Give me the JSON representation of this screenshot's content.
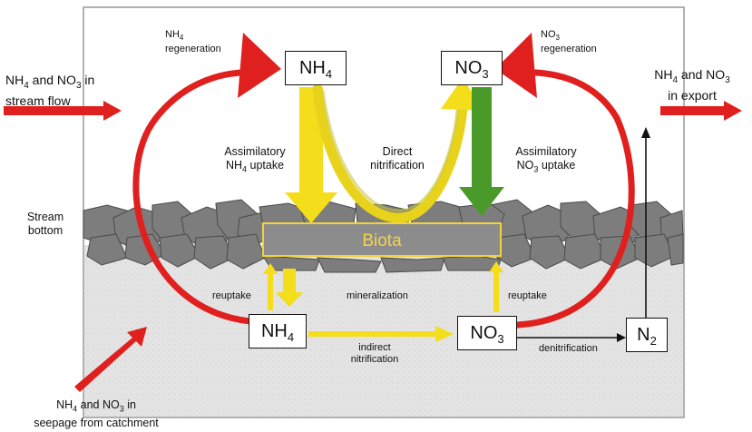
{
  "boxes": {
    "nh4_top": {
      "base": "NH",
      "sub": "4"
    },
    "no3_top": {
      "base": "NO",
      "sub": "3"
    },
    "nh4_bottom": {
      "base": "NH",
      "sub": "4"
    },
    "no3_bottom": {
      "base": "NO",
      "sub": "3"
    },
    "n2": {
      "base": "N",
      "sub": "2"
    }
  },
  "biota": "Biota",
  "labels": {
    "nh4_regen": {
      "pre": "NH",
      "sub": "4",
      "post": "regeneration"
    },
    "no3_regen": {
      "pre": "NO",
      "sub": "3",
      "post": "regeneration"
    },
    "inflow": {
      "a": "NH",
      "a_sub": "4",
      "b": " and NO",
      "b_sub": "3",
      "c": " in",
      "line2": "stream flow"
    },
    "export": {
      "a": "NH",
      "a_sub": "4",
      "b": " and NO",
      "b_sub": "3",
      "line2": "in export"
    },
    "assim_nh4": {
      "line1": "Assimilatory",
      "a": "NH",
      "a_sub": "4",
      "b": " uptake"
    },
    "direct_nitr": {
      "line1": "Direct",
      "line2": "nitrification"
    },
    "assim_no3": {
      "line1": "Assimilatory",
      "a": "NO",
      "a_sub": "3",
      "b": " uptake"
    },
    "stream_bottom": {
      "line1": "Stream",
      "line2": "bottom"
    },
    "reuptake_left": "reuptake",
    "mineralization": "mineralization",
    "reuptake_right": "reuptake",
    "indirect": {
      "line1": "indirect",
      "line2": "nitrification"
    },
    "denitrification": "denitrification",
    "seepage": {
      "a": "NH",
      "a_sub": "4",
      "b": " and NO",
      "b_sub": "3",
      "c": " in",
      "line2": "seepage from catchment"
    }
  },
  "colors": {
    "red_arrow": "#e0201e",
    "yellow_arrow": "#f4dd1a",
    "green_arrow": "#4a9a2a",
    "rock": "#7d7d7d",
    "sediment": "#e6e6e6",
    "biota_border": "#f0d23a"
  }
}
